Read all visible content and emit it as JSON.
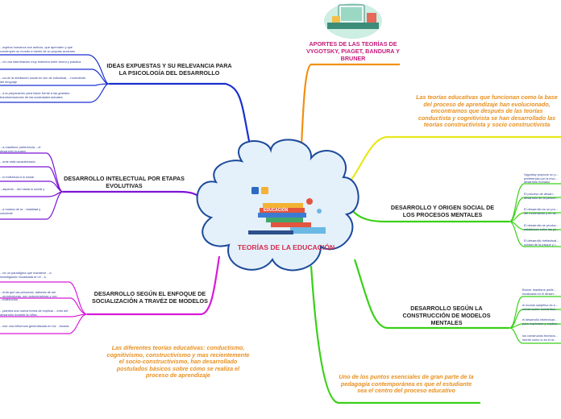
{
  "center": {
    "title": "TEORÍAS DE LA EDUCACIÓN",
    "book_label": "EDUCACIÓN"
  },
  "aportes": {
    "title": "APORTES DE LAS TEORÍAS DE VYGOTSKY, PIAGET, BANDURA Y BRUNER"
  },
  "ideas": {
    "title": "IDEAS EXPUESTAS Y SU RELEVANCIA PARA LA PSICOLOGÍA DEL DESARROLLO",
    "leaves": [
      "...sujetos humanos son activos, que aprenden y que construyen su mundo a través de su propias acciones",
      "...ve una interrelación muy estrecha entre teoría y práctica",
      "...ca de la mediación social en vez de individual, ...nocimiento del lenguaje",
      "...a la preparación para hacer frente a las grandes transformaciones de las sociedades actuales"
    ]
  },
  "intelectual": {
    "title": "DESARROLLO INTELECTUAL POR ETAPAS EVOLUTIVAS",
    "leaves": [
      "...a mantiene preferencia ...el desarrollo humano",
      "...ente está caracterizado",
      "...lo individual a lo social",
      "...aspecto ...ido hasta lo social y",
      "...a motora de la ...totalidad y creciente"
    ]
  },
  "socializacion": {
    "title": "DESARROLLO SEGÚN EL ENFOQUE DE SOCIALIZACIÓN A TRAVÉZ DE MODELOS",
    "leaves": [
      "...ne un paradigma que mantiene ...a investigación focalizada en el ...s",
      "...enta que las personas, además de ser ...eproductoras, son autocreadoras y con ...todirección",
      "...plantea una nueva forma de explicar ...ento del desarrollo durante la niñez",
      "...ese una influencia generalizada en los ...fundas"
    ]
  },
  "note_right_top": "Las teorías educativas que funcionan como la base del proceso de aprendizaje han evolucionado, encontramos que después de las teorías conductista y cognitivista se han desarrollado las teorías constructivista y socio constructivista",
  "origen": {
    "title": "DESARROLLO Y ORIGEN SOCIAL DE LOS PROCESOS MENTALES",
    "leaves": [
      "Vygotsky propone un p... preferencia por la inve... desarrollo humano",
      "El proceso de desarr... desarrollo de la person...",
      "El desarrollo es un pro... del movimiento y es as...",
      "El desarrollo se produc... establecen entre las pe...",
      "El desarrollo intelectual... unidad de la psique y l..."
    ]
  },
  "construccion": {
    "title": "DESARROLLO SEGÚN LA CONSTRUCCIÓN DE MODELOS MENTALES",
    "leaves": [
      "Bruner mantiene prefe... focalizada en el desarr...",
      "el mundo subjetivo es e... construcción semántica...",
      "el desarrollo intelectual... para explicarse y explica...",
      "los constructos teóricos... mente como lo es el m..."
    ]
  },
  "note_left_bottom": "Las diferentes teorías educativas: conductismo, cognitivismo, constructivismo y mas recientemente el socio-constructivismo, han desarrollado postulados básicos sobre cómo se realiza el proceso de aprendizaje",
  "note_bottom_right": "Uno de los puntos esenciales de gran parte de la pedagogía contemporánea es que el estudiante sea el centro del proceso educativo",
  "colors": {
    "cloud_fill": "#e4f0fa",
    "cloud_stroke": "#1b4a9a",
    "center_text": "#d22c4c",
    "branch_blue": "#1a2fd0",
    "branch_purple": "#7a14d6",
    "branch_magenta": "#d81ad8",
    "branch_orange": "#f09010",
    "branch_yellow": "#e8e81a",
    "branch_green": "#3ad018",
    "note_orange": "#e8901f"
  }
}
